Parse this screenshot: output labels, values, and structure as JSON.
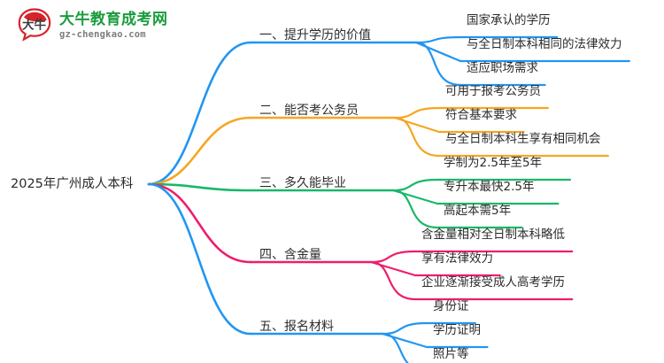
{
  "logo": {
    "mark_name": "daniu-bull-logo-icon",
    "title": "大牛教育成考网",
    "domain": "gz-chengkao.com",
    "title_color": "#1a9c3c",
    "mark_color": "#d8232a",
    "domain_color": "#7d7d7d"
  },
  "mindmap": {
    "root": {
      "label": "2025年广州成人本科"
    },
    "branches": [
      {
        "label": "一、提升学历的价值",
        "color": "#2196f3",
        "children": [
          {
            "label": "国家承认的学历"
          },
          {
            "label": "与全日制本科相同的法律效力"
          },
          {
            "label": "适应职场需求"
          }
        ]
      },
      {
        "label": "二、能否考公务员",
        "color": "#f5a623",
        "children": [
          {
            "label": "可用于报考公务员"
          },
          {
            "label": "符合基本要求"
          },
          {
            "label": "与全日制本科生享有相同机会"
          }
        ]
      },
      {
        "label": "三、多久能毕业",
        "color": "#18b868",
        "children": [
          {
            "label": "学制为2.5年至5年"
          },
          {
            "label": "专升本最快2.5年"
          },
          {
            "label": "高起本需5年"
          }
        ]
      },
      {
        "label": "四、含金量",
        "color": "#ee1d6e",
        "children": [
          {
            "label": "含金量相对全日制本科略低"
          },
          {
            "label": "享有法律效力"
          },
          {
            "label": "企业逐渐接受成人高考学历"
          }
        ]
      },
      {
        "label": "五、报名材料",
        "color": "#2196f3",
        "children": [
          {
            "label": "身份证"
          },
          {
            "label": "学历证明"
          },
          {
            "label": "照片等"
          }
        ]
      }
    ]
  }
}
